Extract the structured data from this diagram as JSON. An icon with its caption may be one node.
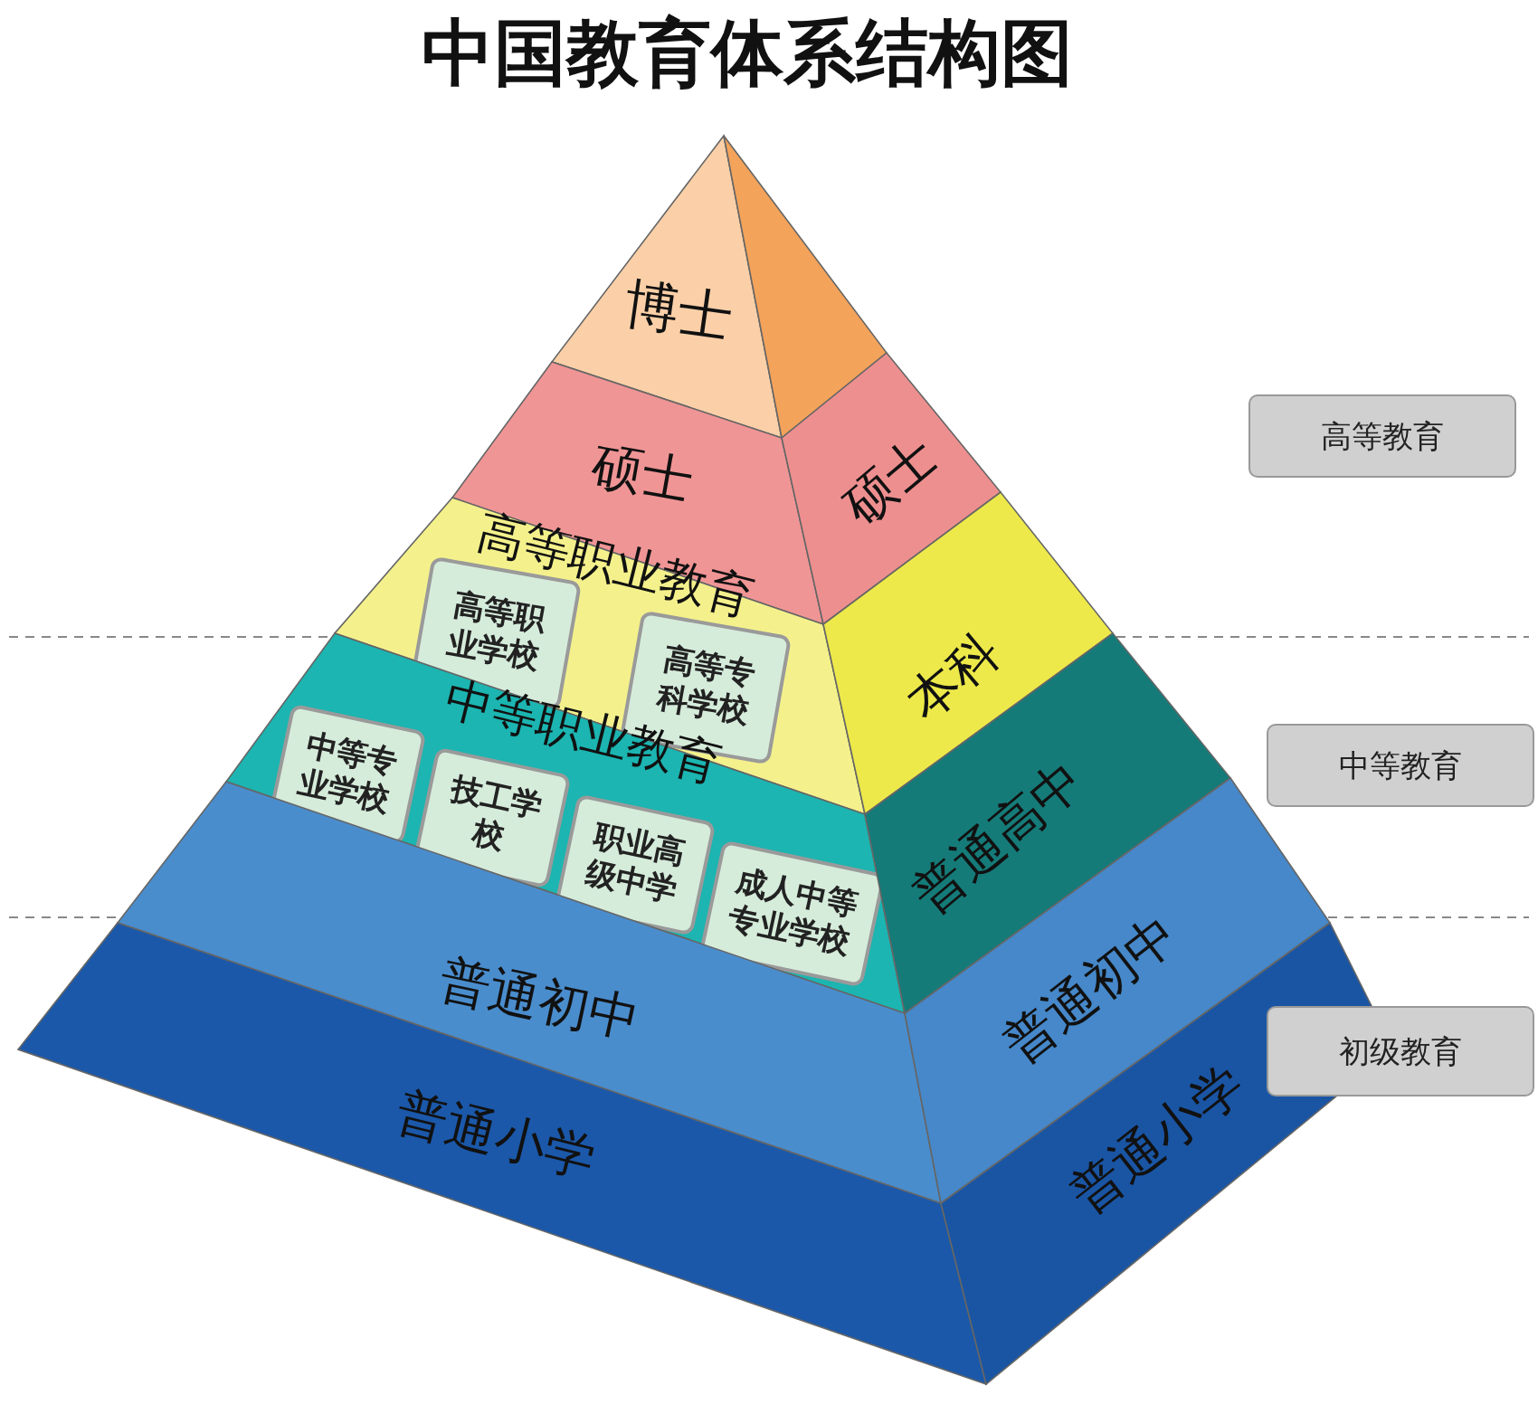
{
  "diagram": {
    "title": "中国教育体系结构图",
    "nodes": [
      {
        "text": [
          "博士"
        ]
      },
      {
        "text": [],
        "shape": "triangle"
      },
      {
        "text": [
          "硕士"
        ]
      },
      {
        "text": [
          "硕士"
        ]
      },
      {
        "text": [
          "高等职业教育"
        ]
      },
      {
        "text": [
          "高等职业学校"
        ],
        "in": 4
      },
      {
        "text": [
          "高等专科学校"
        ],
        "in": 4
      },
      {
        "text": [
          "本科"
        ]
      },
      {
        "text": [
          "中等职业教育"
        ]
      },
      {
        "text": [
          "中等专业学校"
        ],
        "in": 8
      },
      {
        "text": [
          "技工学校"
        ],
        "in": 8
      },
      {
        "text": [
          "职业高级中学"
        ],
        "in": 8
      },
      {
        "text": [
          "成人中等专业学校"
        ],
        "in": 8
      },
      {
        "text": [
          "普通高中"
        ]
      },
      {
        "text": [
          "普通初中"
        ]
      },
      {
        "text": [
          "普通初中"
        ]
      },
      {
        "text": [
          "普通小学"
        ]
      },
      {
        "text": [
          "普通小学"
        ]
      },
      {
        "text": [
          "高等教育"
        ]
      },
      {
        "text": [
          "中等教育"
        ]
      },
      {
        "text": [
          "初级教育"
        ]
      }
    ]
  }
}
